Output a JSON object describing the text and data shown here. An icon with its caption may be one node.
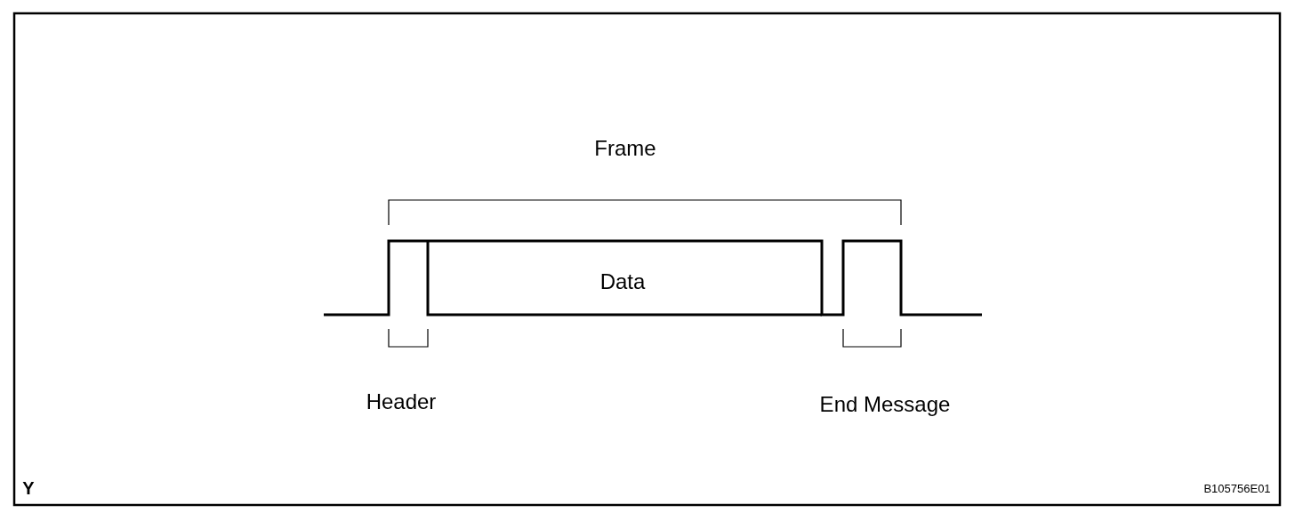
{
  "diagram": {
    "labels": [
      "Frame",
      "Data",
      "Header",
      "End Message",
      "Y",
      "B105756E01"
    ]
  }
}
